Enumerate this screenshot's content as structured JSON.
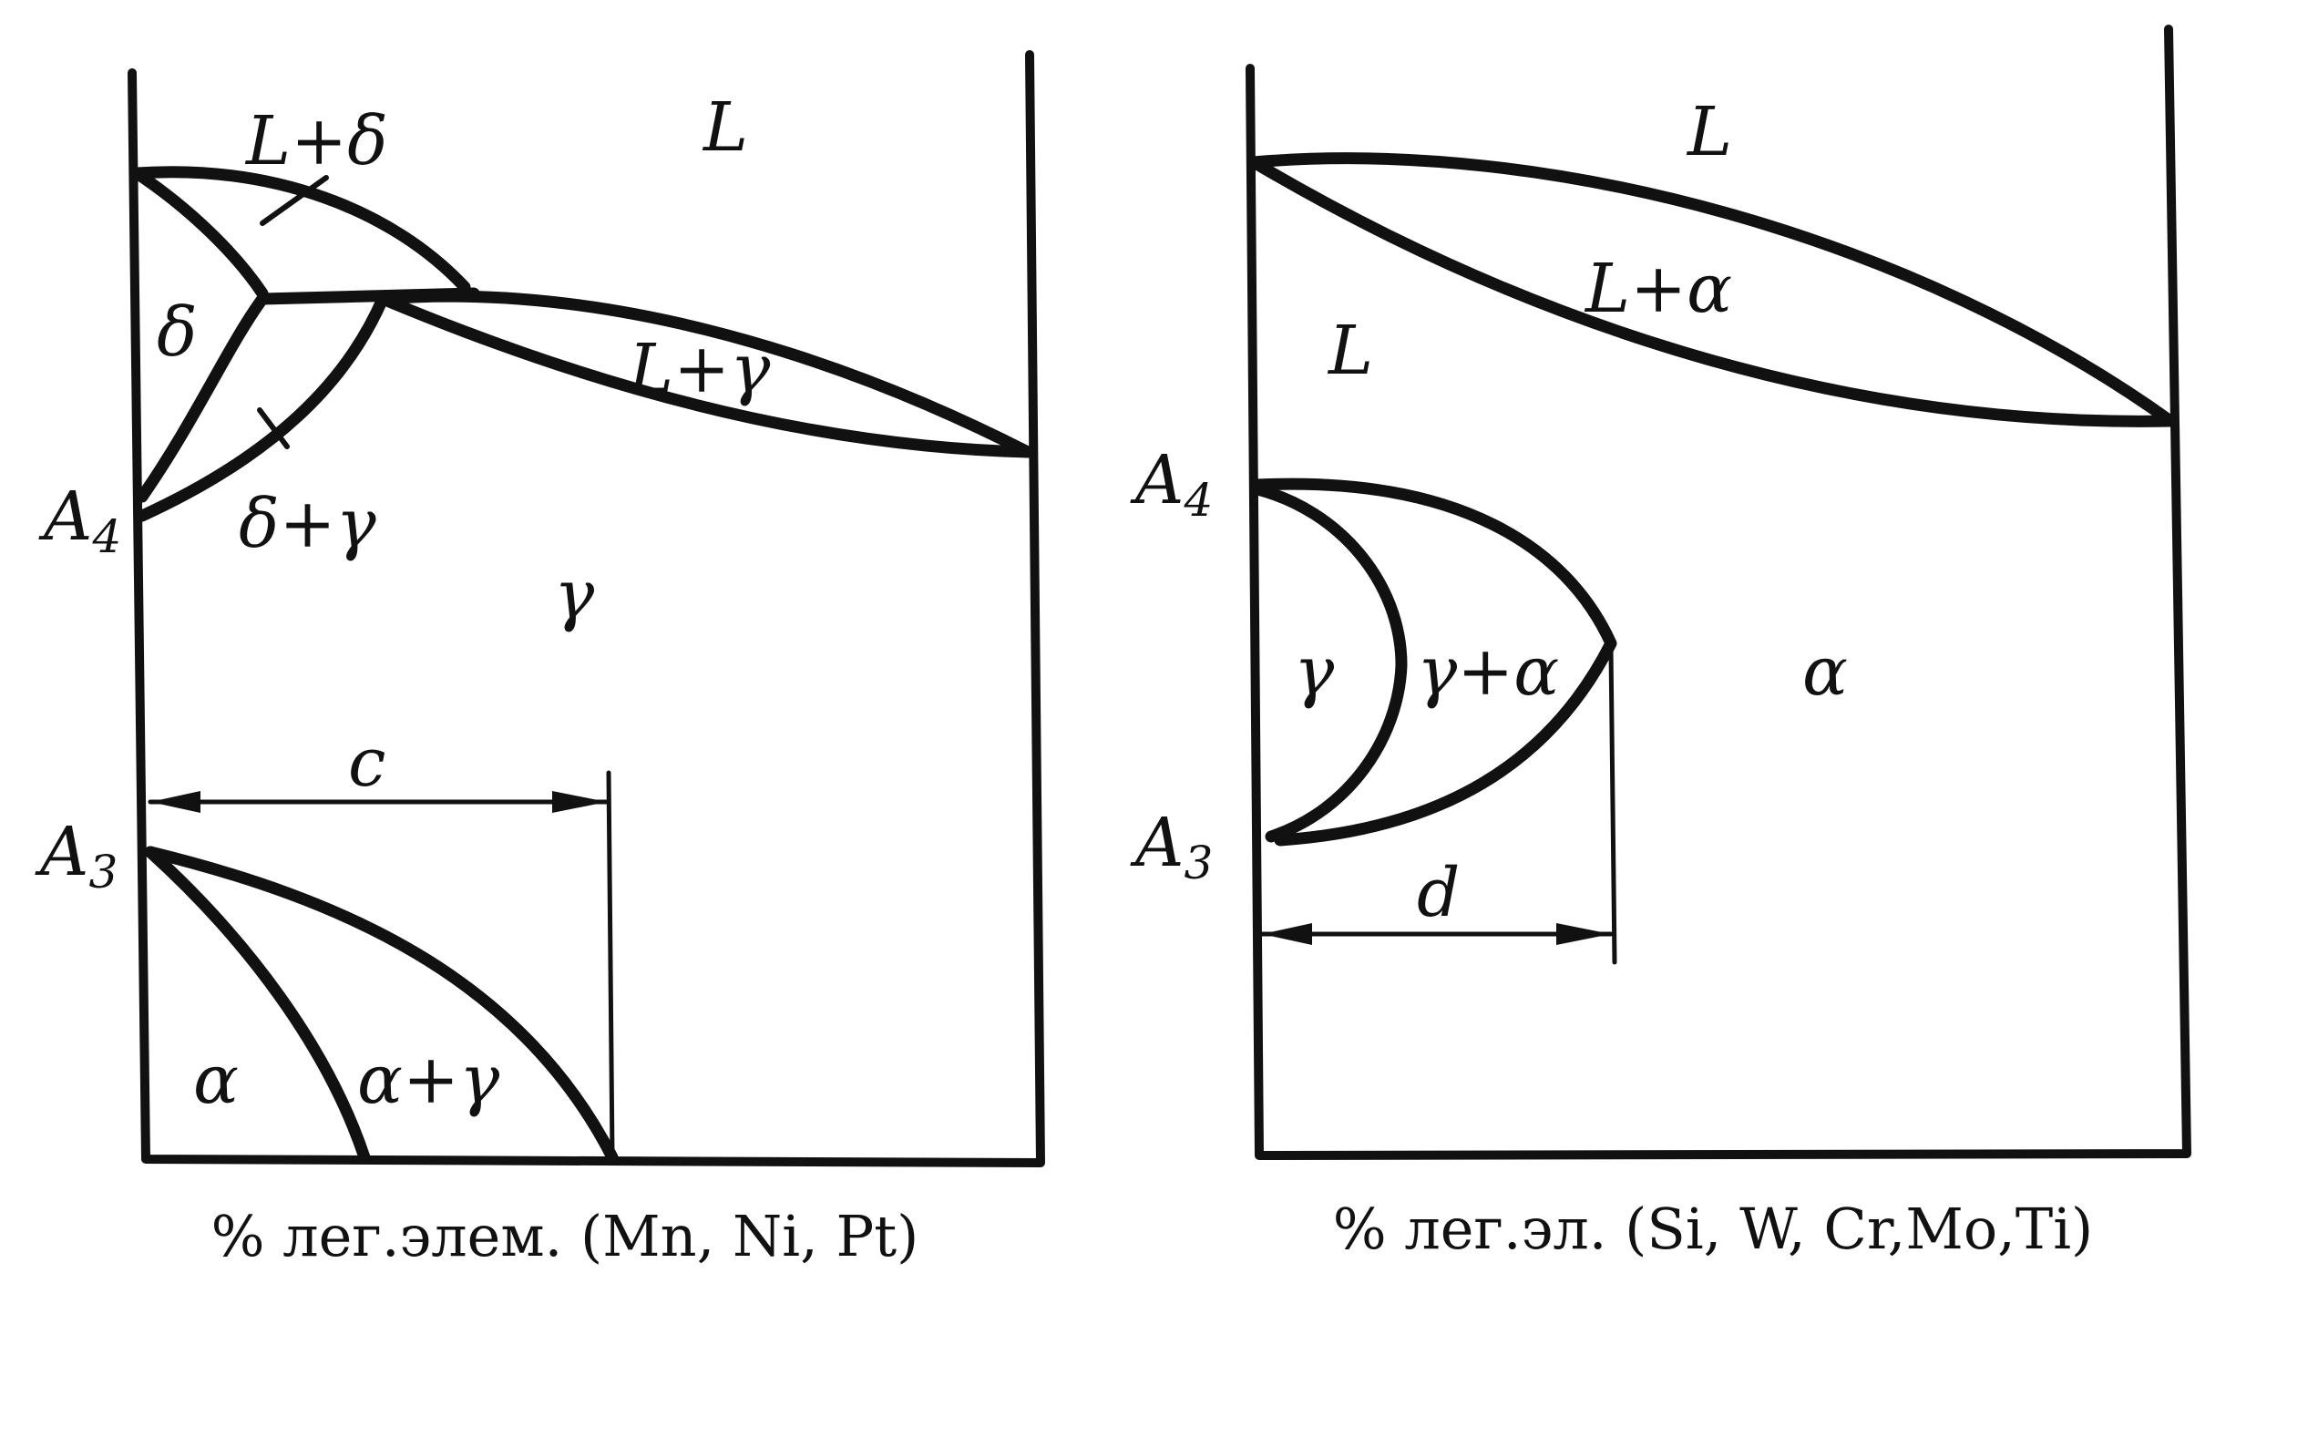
{
  "left_diagram": {
    "labels": {
      "liquid": "L",
      "liquid_delta": "L+δ",
      "delta": "δ",
      "liquid_gamma": "L+γ",
      "delta_gamma": "δ+γ",
      "gamma": "γ",
      "alpha": "α",
      "alpha_gamma": "α+γ",
      "dimension": "c"
    },
    "points": {
      "a4": "A",
      "a4_sub": "4",
      "a3": "A",
      "a3_sub": "3"
    },
    "caption": "% лег.элем. (Mn, Ni, Pt)"
  },
  "right_diagram": {
    "labels": {
      "liquid_top": "L",
      "liquid_alpha": "L+α",
      "liquid_left": "L",
      "gamma": "γ",
      "gamma_alpha": "γ+α",
      "alpha": "α",
      "dimension": "d"
    },
    "points": {
      "a4": "A",
      "a4_sub": "4",
      "a3": "A",
      "a3_sub": "3"
    },
    "caption": "% лег.эл. (Si, W, Cr,Mo,Ti)"
  },
  "colors": {
    "ink": "#111111",
    "paper": "#ffffff"
  }
}
